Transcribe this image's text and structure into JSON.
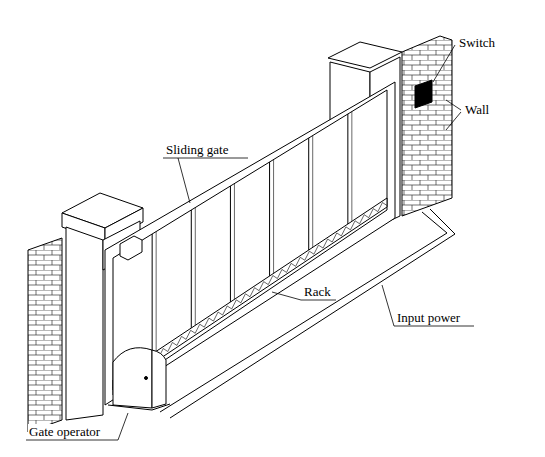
{
  "diagram": {
    "labels": [
      "Switch",
      "Wall",
      "Sliding gate",
      "Rack",
      "Input power",
      "Gate operator"
    ]
  }
}
